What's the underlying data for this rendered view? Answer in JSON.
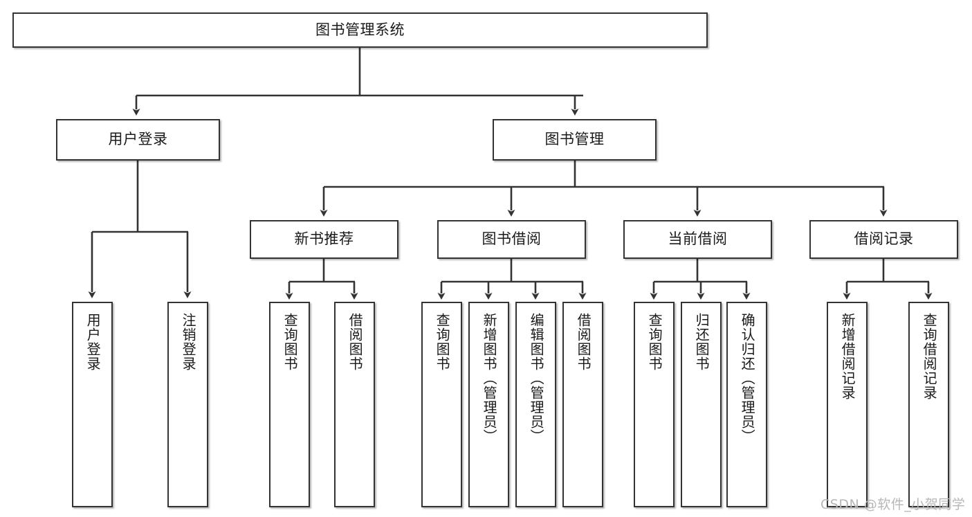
{
  "diagram": {
    "title": "图书管理系统",
    "type": "functional-structure-tree",
    "root": {
      "label": "图书管理系统"
    },
    "level2": [
      {
        "id": "user-login",
        "label": "用户登录"
      },
      {
        "id": "book-manage",
        "label": "图书管理"
      }
    ],
    "level3": [
      {
        "id": "new-book-recommend",
        "label": "新书推荐",
        "parent": "book-manage"
      },
      {
        "id": "book-borrow",
        "label": "图书借阅",
        "parent": "book-manage"
      },
      {
        "id": "current-borrow",
        "label": "当前借阅",
        "parent": "book-manage"
      },
      {
        "id": "borrow-record",
        "label": "借阅记录",
        "parent": "book-manage"
      }
    ],
    "leaves": [
      {
        "id": "leaf-user-login",
        "label": "用户登录",
        "parent": "user-login"
      },
      {
        "id": "leaf-logout-login",
        "label": "注销登录",
        "parent": "user-login"
      },
      {
        "id": "leaf-query-book-1",
        "label": "查询图书",
        "parent": "new-book-recommend"
      },
      {
        "id": "leaf-borrow-book-1",
        "label": "借阅图书",
        "parent": "new-book-recommend"
      },
      {
        "id": "leaf-query-book-2",
        "label": "查询图书",
        "parent": "book-borrow"
      },
      {
        "id": "leaf-add-book",
        "label": "新增图书（管理员）",
        "parent": "book-borrow"
      },
      {
        "id": "leaf-edit-book",
        "label": "编辑图书（管理员）",
        "parent": "book-borrow"
      },
      {
        "id": "leaf-borrow-book-2",
        "label": "借阅图书",
        "parent": "book-borrow"
      },
      {
        "id": "leaf-query-book-3",
        "label": "查询图书",
        "parent": "current-borrow"
      },
      {
        "id": "leaf-return-book",
        "label": "归还图书",
        "parent": "current-borrow"
      },
      {
        "id": "leaf-confirm-return",
        "label": "确认归还（管理员）",
        "parent": "current-borrow"
      },
      {
        "id": "leaf-add-record",
        "label": "新增借阅记录",
        "parent": "borrow-record"
      },
      {
        "id": "leaf-query-record",
        "label": "查询借阅记录",
        "parent": "borrow-record"
      }
    ]
  },
  "watermark": {
    "text": "CSDN @软件_小贺同学"
  },
  "colors": {
    "border": "#333333",
    "text": "#1a1a1a",
    "background": "#ffffff",
    "watermark": "#b7b7b7"
  }
}
